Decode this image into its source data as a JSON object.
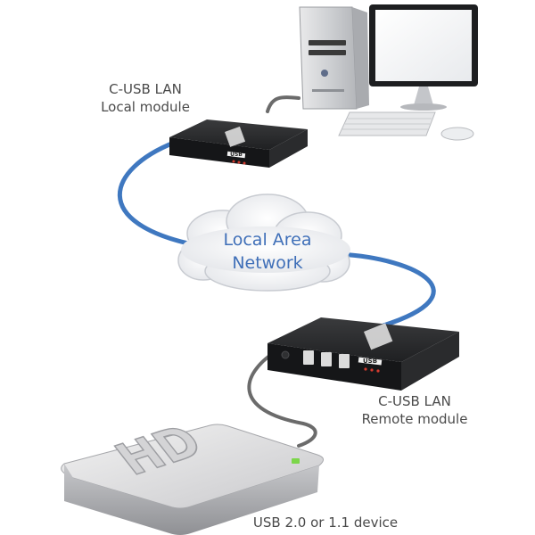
{
  "local_module": {
    "line1": "C-USB LAN",
    "line2": "Local module",
    "badge": "USB"
  },
  "network": {
    "line1": "Local Area",
    "line2": "Network"
  },
  "remote_module": {
    "line1": "C-USB LAN",
    "line2": "Remote module",
    "badge": "USB"
  },
  "device": {
    "caption": "USB 2.0 or 1.1 device",
    "logo": "HD"
  },
  "colors": {
    "cable_blue": "#3f78c0",
    "cable_gray": "#6b6b6b",
    "cloud_text": "#3f6fb8",
    "label_text": "#4a4a4a",
    "led_green": "#7cd64a"
  }
}
